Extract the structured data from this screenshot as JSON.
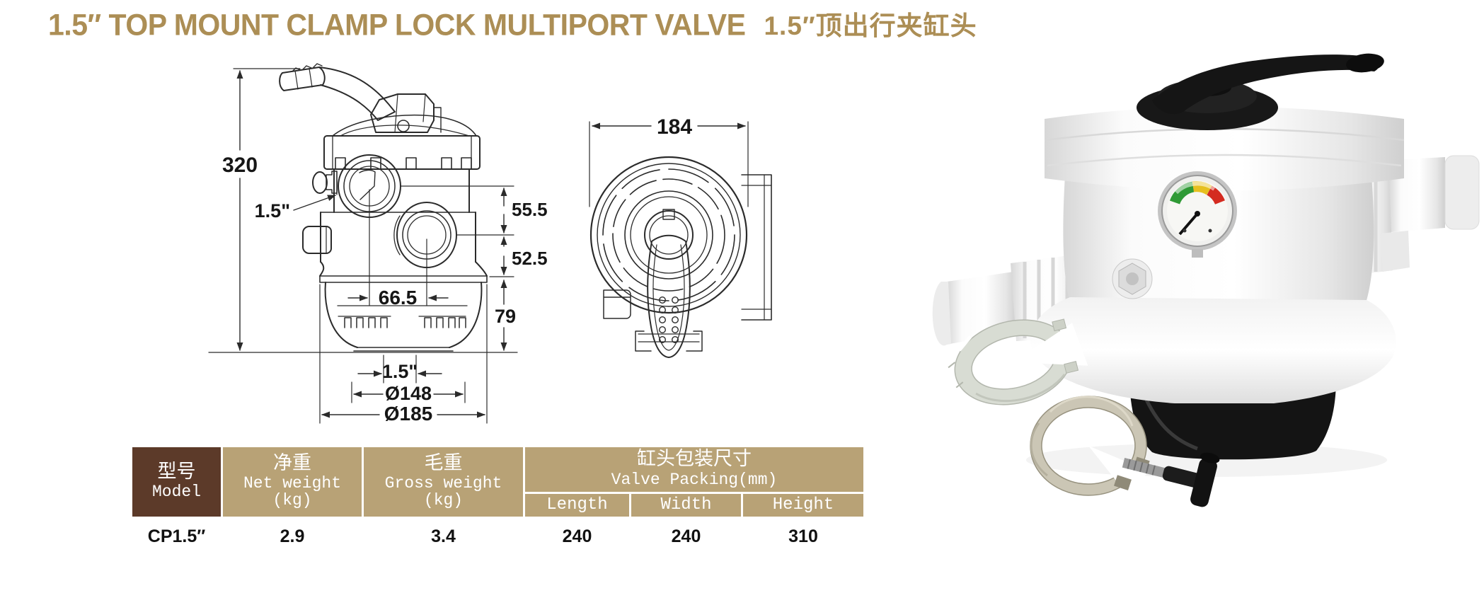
{
  "title": {
    "en": "1.5″ TOP MOUNT CLAMP LOCK MULTIPORT VALVE",
    "zh": "1.5″顶出行夹缸头"
  },
  "drawings": {
    "front_view": {
      "description": "front view line drawing of multiport valve with handle",
      "dims": {
        "overall_height": "320",
        "side_port_size": "1.5\"",
        "upper_port_offset": "55.5",
        "lower_port_offset": "52.5",
        "port_spacing": "66.5",
        "base_height": "79",
        "bottom_port_size": "1.5\"",
        "inner_diameter": "Ø148",
        "outer_diameter": "Ø185"
      }
    },
    "top_view": {
      "description": "top view line drawing of multiport valve",
      "dims": {
        "overall_width": "184"
      }
    }
  },
  "table": {
    "header": {
      "model": {
        "zh": "型号",
        "en": "Model"
      },
      "net_weight": {
        "zh": "净重",
        "en": "Net weight",
        "unit": "(kg)"
      },
      "gross_weight": {
        "zh": "毛重",
        "en": "Gross weight",
        "unit": "(kg)"
      },
      "packing": {
        "zh": "缸头包装尺寸",
        "en": "Valve Packing(mm)"
      },
      "sub": {
        "length": "Length",
        "width": "Width",
        "height": "Height"
      }
    },
    "rows": [
      {
        "model": "CP1.5″",
        "net_weight_kg": "2.9",
        "gross_weight_kg": "3.4",
        "length_mm": "240",
        "width_mm": "240",
        "height_mm": "310"
      }
    ]
  },
  "colors": {
    "title_gold": "#AC8E55",
    "table_dark_brown": "#5C3A29",
    "table_tan": "#B8A276",
    "header_text": "#FFFFFF",
    "row_text": "#111111",
    "drawing_line": "#2B2B2B",
    "gauge_green": "#2F9A35",
    "gauge_yellow": "#E6C01F",
    "gauge_red": "#D42B20",
    "handle_black": "#151515"
  }
}
